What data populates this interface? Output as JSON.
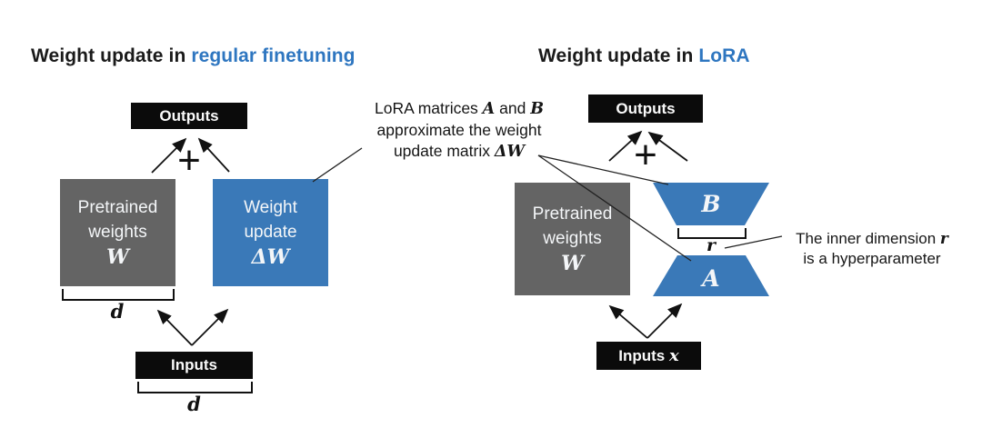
{
  "palette": {
    "accent_blue": "#2e76c0",
    "shape_blue": "#3a79b8",
    "shape_gray": "#646464",
    "shape_black": "#0b0b0b",
    "line_black": "#111111"
  },
  "left": {
    "title": {
      "prefix": "Weight update in ",
      "highlight": "regular finetuning"
    },
    "outputs_label": "Outputs",
    "plus": "+",
    "pretrained_box": {
      "line1": "Pretrained",
      "line2": "weights",
      "symbol": "W"
    },
    "update_box": {
      "line1": "Weight",
      "line2": "update",
      "symbol": "ΔW"
    },
    "inputs_label": "Inputs",
    "weights_dim_label": "d",
    "inputs_dim_label": "d"
  },
  "right": {
    "title": {
      "prefix": "Weight update in ",
      "highlight": "LoRA"
    },
    "outputs_label": "Outputs",
    "plus": "+",
    "pretrained_box": {
      "line1": "Pretrained",
      "line2": "weights",
      "symbol": "W"
    },
    "matrix_b_label": "B",
    "matrix_a_label": "A",
    "rank_label": "r",
    "inputs": {
      "prefix": "Inputs ",
      "symbol": "x"
    }
  },
  "annotations": {
    "lora_note": {
      "l1_prefix": "LoRA matrices ",
      "l1_sym_a": "A",
      "l1_mid": " and ",
      "l1_sym_b": "B",
      "l2": "approximate the weight",
      "l3_prefix": "update matrix ",
      "l3_symbol": "ΔW"
    },
    "rank_note": {
      "l1_prefix": "The inner dimension ",
      "l1_symbol": "r",
      "l2": "is a hyperparameter"
    }
  }
}
